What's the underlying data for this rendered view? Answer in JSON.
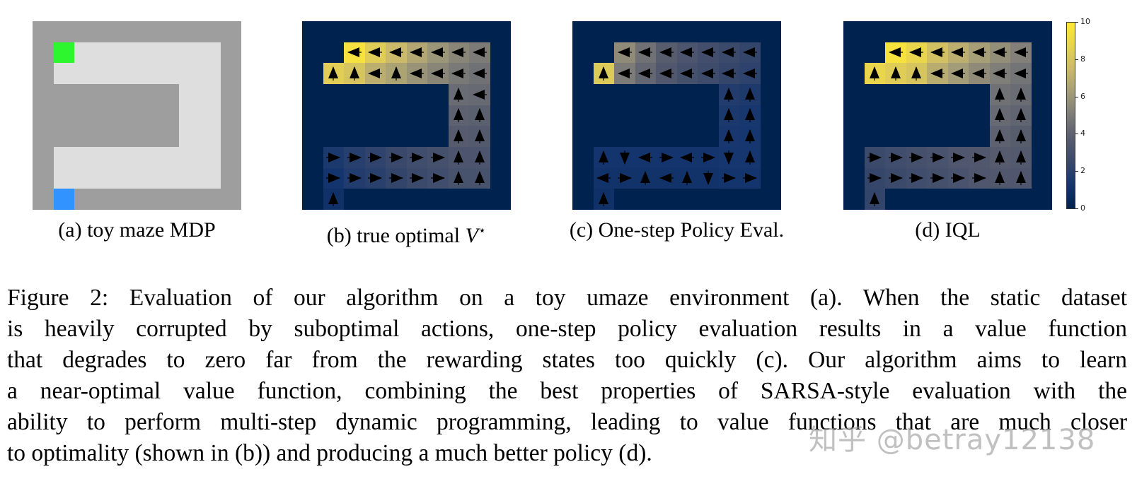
{
  "figure": {
    "panels": [
      {
        "id": "a",
        "label": "(a) toy maze MDP",
        "kind": "maze"
      },
      {
        "id": "b",
        "label_prefix": "(b) true optimal ",
        "label_math": "V",
        "label_sup": "⋆",
        "kind": "value"
      },
      {
        "id": "c",
        "label": "(c) One-step Policy Eval.",
        "kind": "value"
      },
      {
        "id": "d",
        "label": "(d) IQL",
        "kind": "value"
      }
    ],
    "colorbar": {
      "ticks": [
        "10",
        "8",
        "6",
        "4",
        "2",
        "0"
      ],
      "min": 0,
      "max": 10
    },
    "caption_lines": [
      "Figure 2:  Evaluation of our algorithm on a toy umaze environment (a).  When the static dataset",
      "is heavily corrupted by suboptimal actions, one-step policy evaluation results in a value function",
      "that degrades to zero far from the rewarding states too quickly (c).  Our algorithm aims to learn",
      "a near-optimal value function, combining the best properties of SARSA-style evaluation with the",
      "ability to perform multi-step dynamic programming, leading to value functions that are much closer",
      "to optimality (shown in (b)) and producing a much better policy (d)."
    ],
    "watermark": "知乎 @betray12138"
  },
  "colors": {
    "maze_wall": "#9e9e9e",
    "maze_floor": "#dedede",
    "maze_goal": "#2ef62e",
    "maze_start": "#3193ff",
    "value_background": "#00224e"
  },
  "chart_data": [
    {
      "type": "heatmap",
      "title": "(a) toy maze MDP",
      "grid_size": [
        9,
        10
      ],
      "legend": {
        "wall": "gray",
        "floor": "light gray",
        "goal": "green (row 1, col 1)",
        "start": "blue (row 8, col 1)"
      },
      "layout": [
        "WWWWWWWWWW",
        "WGFFFFFFFW",
        "WFFFFFFFFW",
        "WWWWWWWFFW",
        "WWWWWWWFFW",
        "WWWWWWWFFW",
        "WFFFFFFFFW",
        "WFFFFFFFFW",
        "WSWWWWWWWW"
      ]
    },
    {
      "type": "heatmap",
      "title": "(b) true optimal V*",
      "colormap": "cividis",
      "vmin": 0,
      "vmax": 10,
      "arrows": [
        "..........",
        "..LLLLLLL.",
        ".UULULLLL.",
        ".......UL.",
        ".......UU.",
        ".......UU.",
        ".RRRRRRUU.",
        ".RRRRRRUU.",
        ".U........"
      ],
      "values": [
        [
          0,
          0,
          0,
          0,
          0,
          0,
          0,
          0,
          0,
          0
        ],
        [
          0,
          0,
          9.6,
          8.4,
          7.5,
          6.7,
          6.0,
          5.4,
          5.0,
          0
        ],
        [
          0,
          8.5,
          8.0,
          7.0,
          6.5,
          5.9,
          5.4,
          4.9,
          4.6,
          0
        ],
        [
          0,
          0,
          0,
          0,
          0,
          0,
          0,
          4.4,
          4.3,
          0
        ],
        [
          0,
          0,
          0,
          0,
          0,
          0,
          0,
          4.0,
          3.9,
          0
        ],
        [
          0,
          0,
          0,
          0,
          0,
          0,
          0,
          3.7,
          3.6,
          0
        ],
        [
          0,
          1.5,
          1.9,
          2.2,
          2.5,
          2.8,
          3.0,
          3.3,
          3.3,
          0
        ],
        [
          0,
          1.2,
          1.7,
          2.0,
          2.3,
          2.6,
          2.8,
          3.1,
          3.1,
          0
        ],
        [
          0,
          1.0,
          0,
          0,
          0,
          0,
          0,
          0,
          0,
          0
        ]
      ]
    },
    {
      "type": "heatmap",
      "title": "(c) One-step Policy Eval.",
      "colormap": "cividis",
      "vmin": 0,
      "vmax": 10,
      "arrows": [
        "..........",
        "..LLLLLLL.",
        ".ULLLLLLL.",
        ".......UU.",
        ".......UU.",
        ".......UU.",
        ".UDLRLRDU.",
        ".LRULUDRR.",
        ".U........"
      ],
      "values": [
        [
          0,
          0,
          0,
          0,
          0,
          0,
          0,
          0,
          0,
          0
        ],
        [
          0,
          0,
          5.6,
          4.6,
          3.8,
          3.3,
          2.9,
          2.6,
          2.3,
          0
        ],
        [
          0,
          8.3,
          5.0,
          4.2,
          3.5,
          3.0,
          2.7,
          2.4,
          2.1,
          0
        ],
        [
          0,
          0,
          0,
          0,
          0,
          0,
          0,
          1.7,
          1.6,
          0
        ],
        [
          0,
          0,
          0,
          0,
          0,
          0,
          0,
          1.5,
          1.4,
          0
        ],
        [
          0,
          0,
          0,
          0,
          0,
          0,
          0,
          1.4,
          1.3,
          0
        ],
        [
          0,
          1.2,
          1.2,
          1.2,
          1.2,
          1.2,
          1.2,
          1.3,
          1.3,
          0
        ],
        [
          0,
          1.1,
          1.1,
          1.1,
          1.1,
          1.1,
          1.1,
          1.2,
          1.2,
          0
        ],
        [
          0,
          1.0,
          0,
          0,
          0,
          0,
          0,
          0,
          0,
          0
        ]
      ]
    },
    {
      "type": "heatmap",
      "title": "(d) IQL",
      "colormap": "cividis",
      "vmin": 0,
      "vmax": 10,
      "arrows": [
        "..........",
        "..LLLLLLL.",
        ".UUULLLLL.",
        ".......UU.",
        ".......UU.",
        ".......UU.",
        ".RRRRRRUU.",
        ".RRRRRRUU.",
        ".U........"
      ],
      "values": [
        [
          0,
          0,
          0,
          0,
          0,
          0,
          0,
          0,
          0,
          0
        ],
        [
          0,
          0,
          9.7,
          8.9,
          7.8,
          7.0,
          6.3,
          5.7,
          5.2,
          0
        ],
        [
          0,
          8.9,
          8.4,
          8.0,
          6.9,
          6.2,
          5.6,
          5.1,
          4.7,
          0
        ],
        [
          0,
          0,
          0,
          0,
          0,
          0,
          0,
          4.6,
          4.4,
          0
        ],
        [
          0,
          0,
          0,
          0,
          0,
          0,
          0,
          4.3,
          4.1,
          0
        ],
        [
          0,
          0,
          0,
          0,
          0,
          0,
          0,
          4.0,
          3.8,
          0
        ],
        [
          0,
          2.6,
          2.8,
          3.0,
          3.2,
          3.4,
          3.5,
          3.7,
          3.6,
          0
        ],
        [
          0,
          2.4,
          2.6,
          2.8,
          3.0,
          3.2,
          3.4,
          3.5,
          3.4,
          0
        ],
        [
          0,
          2.3,
          0,
          0,
          0,
          0,
          0,
          0,
          0,
          0
        ]
      ]
    }
  ]
}
